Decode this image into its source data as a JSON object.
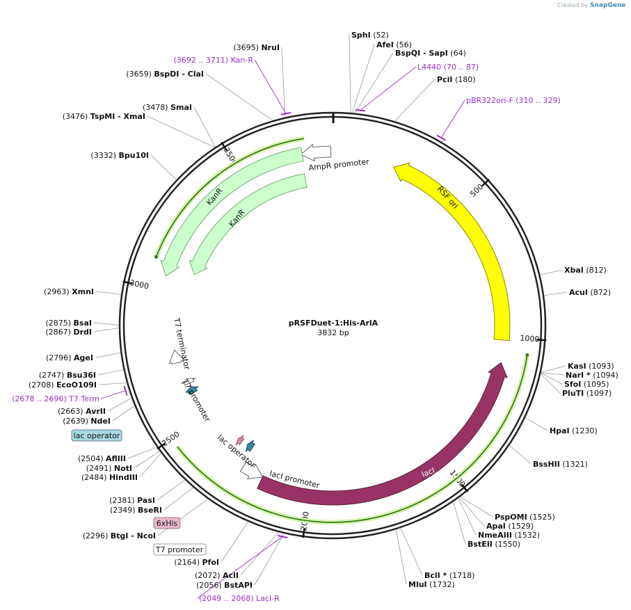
{
  "credit": {
    "prefix": "Created by",
    "brand": "SnapGene"
  },
  "plasmid": {
    "name": "pRSFDuet-1:His-ArlA",
    "size_label": "3832 bp",
    "length": 3832
  },
  "ticks": [
    {
      "pos": 500,
      "label": "500"
    },
    {
      "pos": 1000,
      "label": "1000"
    },
    {
      "pos": 1500,
      "label": "1500"
    },
    {
      "pos": 2000,
      "label": "2000"
    },
    {
      "pos": 2500,
      "label": "2500"
    },
    {
      "pos": 3000,
      "label": "3000"
    },
    {
      "pos": 3500,
      "label": "3500"
    }
  ],
  "features": [
    {
      "name": "RSF ori",
      "start": 225,
      "end": 1010,
      "color": "#ffff00",
      "stroke": "#888800",
      "strand": "-",
      "label_color": "#111"
    },
    {
      "name": "AmpR promoter",
      "start": 3720,
      "end": 3826,
      "color": "#ffffff",
      "stroke": "#666666",
      "strand": "-",
      "label_color": "#111"
    },
    {
      "name": "KanR",
      "start": 3050,
      "end": 3725,
      "color": "#ccffcc",
      "stroke": "#77aa77",
      "strand": "-",
      "label_color": "#111"
    },
    {
      "name": "KanR",
      "start": 3090,
      "end": 3720,
      "color": "#ccffcc",
      "stroke": "#77aa77",
      "strand": "-",
      "label_color": "#111"
    },
    {
      "name": "lacI",
      "start": 1090,
      "end": 2180,
      "color": "#993366",
      "stroke": "#552233",
      "strand": "-",
      "label_color": "#ffffff"
    },
    {
      "name": "lacI promoter",
      "start": 2180,
      "end": 2260,
      "color": "#ffffff",
      "stroke": "#666666",
      "strand": "-",
      "label_color": "#111"
    },
    {
      "name": "T7 terminator",
      "start": 2730,
      "end": 2780,
      "color": "#ffffff",
      "stroke": "#666666",
      "strand": "+",
      "label_color": "#111"
    },
    {
      "name": "T7 promoter",
      "start": 2640,
      "end": 2660,
      "color": "#ffffff",
      "stroke": "#666666",
      "strand": "+",
      "label_color": "#111"
    },
    {
      "name": "lac operator",
      "start": 2600,
      "end": 2625,
      "color": "#338899",
      "stroke": "#224455",
      "strand": "+",
      "label_color": "#111"
    },
    {
      "name": "lac operator",
      "start": 2270,
      "end": 2295,
      "color": "#338899",
      "stroke": "#224455",
      "strand": "+",
      "label_color": "#111"
    },
    {
      "name": "6xHis",
      "start": 2320,
      "end": 2340,
      "color": "#dd88aa",
      "stroke": "#885566",
      "strand": "+",
      "label_color": "#111"
    }
  ],
  "orfs": [
    {
      "start": 3100,
      "end": 3740,
      "strand": "-"
    },
    {
      "start": 1050,
      "end": 2470,
      "strand": "-"
    }
  ],
  "sites": [
    {
      "name": "SphI",
      "pos": "(52)"
    },
    {
      "name": "AfeI",
      "pos": "(56)"
    },
    {
      "name": "BspQI",
      "name2": "SapI",
      "pos": "(64)"
    },
    {
      "name": "PciI",
      "pos": "(180)"
    },
    {
      "name": "XbaI",
      "pos": "(812)"
    },
    {
      "name": "AcuI",
      "pos": "(872)"
    },
    {
      "name": "KasI",
      "pos": "(1093)"
    },
    {
      "name": "NarI *",
      "pos": "(1094)"
    },
    {
      "name": "SfoI",
      "pos": "(1095)"
    },
    {
      "name": "PluTI",
      "pos": "(1097)"
    },
    {
      "name": "HpaI",
      "pos": "(1230)"
    },
    {
      "name": "BssHII",
      "pos": "(1321)"
    },
    {
      "name": "PspOMI",
      "pos": "(1525)"
    },
    {
      "name": "ApaI",
      "pos": "(1529)"
    },
    {
      "name": "NmeAIII",
      "pos": "(1532)"
    },
    {
      "name": "BstEII",
      "pos": "(1550)"
    },
    {
      "name": "BclI *",
      "pos": "(1718)"
    },
    {
      "name": "MluI",
      "pos": "(1732)"
    },
    {
      "name": "AclI",
      "pos": "(2072)"
    },
    {
      "name": "BstAPI",
      "pos": "(2056)"
    },
    {
      "name": "PfoI",
      "pos": "(2164)"
    },
    {
      "name": "BtgI",
      "name2": "NcoI",
      "pos": "(2296)"
    },
    {
      "name": "BseRI",
      "pos": "(2349)"
    },
    {
      "name": "PasI",
      "pos": "(2381)"
    },
    {
      "name": "HindIII",
      "pos": "(2484)"
    },
    {
      "name": "NotI",
      "pos": "(2491)"
    },
    {
      "name": "AflIII",
      "pos": "(2504)"
    },
    {
      "name": "NdeI",
      "pos": "(2639)"
    },
    {
      "name": "AvrII",
      "pos": "(2663)"
    },
    {
      "name": "EcoO109I",
      "pos": "(2708)"
    },
    {
      "name": "Bsu36I",
      "pos": "(2747)"
    },
    {
      "name": "AgeI",
      "pos": "(2796)"
    },
    {
      "name": "DrdI",
      "pos": "(2867)"
    },
    {
      "name": "BsaI",
      "pos": "(2875)"
    },
    {
      "name": "XmnI",
      "pos": "(2963)"
    },
    {
      "name": "Bpu10I",
      "pos": "(3332)"
    },
    {
      "name": "TspMI",
      "name2": "XmaI",
      "pos": "(3476)"
    },
    {
      "name": "SmaI",
      "pos": "(3478)"
    },
    {
      "name": "BspDI",
      "name2": "ClaI",
      "pos": "(3659)"
    },
    {
      "name": "NruI",
      "pos": "(3695)"
    }
  ],
  "primers": [
    {
      "name": "Kan-R",
      "range": "(3692 .. 3711)"
    },
    {
      "name": "L4440",
      "range": "(70 .. 87)"
    },
    {
      "name": "pBR322ori-F",
      "range": "(310 .. 329)"
    },
    {
      "name": "T7 Term",
      "range": "(2678 .. 2696)"
    },
    {
      "name": "LacI-R",
      "range": "(2049 .. 2068)"
    }
  ],
  "boxed_labels": [
    {
      "text": "lac operator",
      "bg": "#a8d8e0"
    },
    {
      "text": "6xHis",
      "bg": "#e8b8cc"
    },
    {
      "text": "T7 promoter",
      "bg": "#ffffff"
    }
  ]
}
